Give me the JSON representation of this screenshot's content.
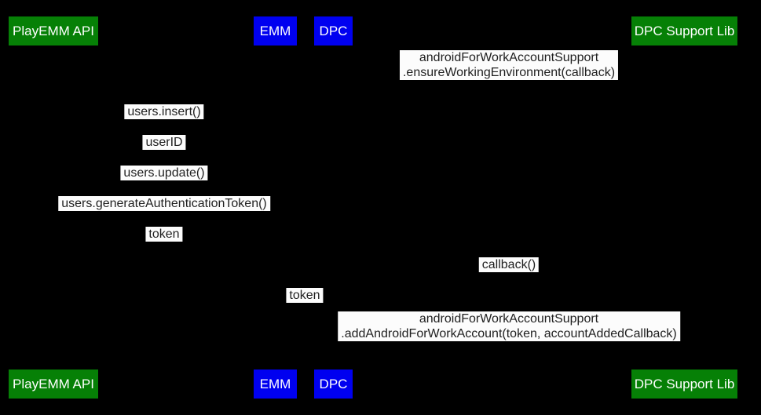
{
  "colors": {
    "background": "#000000",
    "actor_green": "#068006",
    "actor_blue": "#0000f0",
    "actor_text": "#ffffff",
    "label_bg": "#fcfcfc",
    "label_text": "#1f1f1f"
  },
  "diagram": {
    "type": "sequence-diagram",
    "actors": [
      {
        "label": "PlayEMM API",
        "color": "green"
      },
      {
        "label": "EMM",
        "color": "blue"
      },
      {
        "label": "DPC",
        "color": "blue"
      },
      {
        "label": "DPC Support Lib",
        "color": "green"
      }
    ],
    "messages": [
      {
        "lines": [
          "androidForWorkAccountSupport",
          ".ensureWorkingEnvironment(callback)"
        ]
      },
      {
        "lines": [
          "users.insert()"
        ]
      },
      {
        "lines": [
          "userID"
        ]
      },
      {
        "lines": [
          "users.update()"
        ]
      },
      {
        "lines": [
          "users.generateAuthenticationToken()"
        ]
      },
      {
        "lines": [
          "token"
        ]
      },
      {
        "lines": [
          "callback()"
        ]
      },
      {
        "lines": [
          "token"
        ]
      },
      {
        "lines": [
          "androidForWorkAccountSupport",
          ".addAndroidForWorkAccount(token, accountAddedCallback)"
        ]
      }
    ]
  }
}
